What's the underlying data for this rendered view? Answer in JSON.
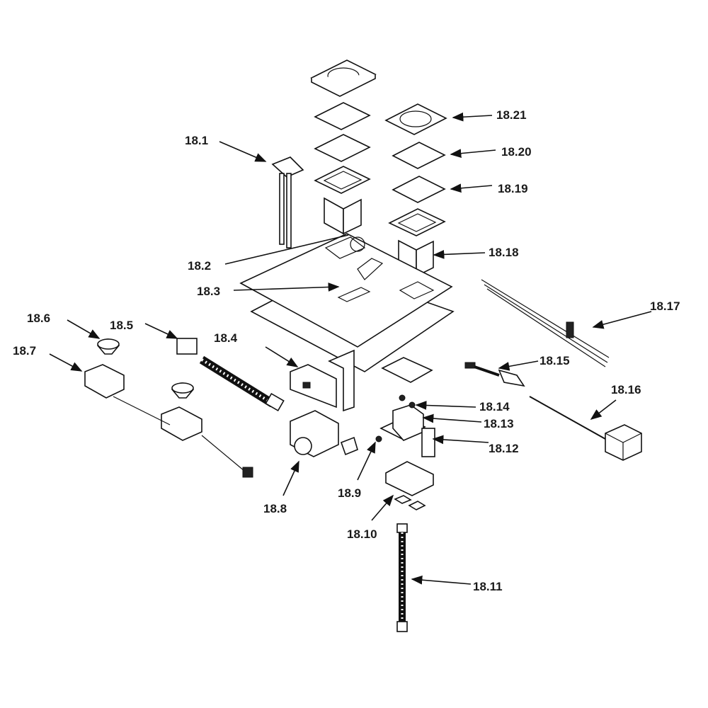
{
  "diagram": {
    "type": "exploded-parts-diagram",
    "labels": {
      "p1": "18.1",
      "p2": "18.2",
      "p3": "18.3",
      "p4": "18.4",
      "p5": "18.5",
      "p6": "18.6",
      "p7": "18.7",
      "p8": "18.8",
      "p9": "18.9",
      "p10": "18.10",
      "p11": "18.11",
      "p12": "18.12",
      "p13": "18.13",
      "p14": "18.14",
      "p15": "18.15",
      "p16": "18.16",
      "p17": "18.17",
      "p18": "18.18",
      "p19": "18.19",
      "p20": "18.20",
      "p21": "18.21"
    }
  }
}
